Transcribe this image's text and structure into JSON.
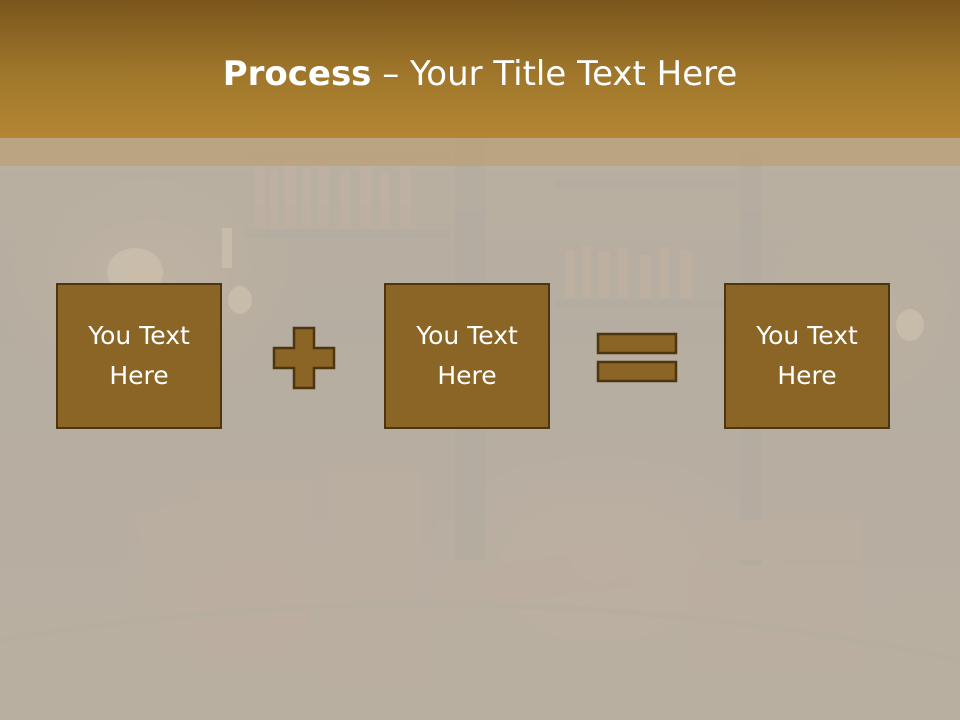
{
  "slide": {
    "title_bold": "Process",
    "title_rest": " – Your Title Text Here"
  },
  "process": {
    "items": [
      {
        "label": "You Text Here"
      },
      {
        "label": "You Text Here"
      },
      {
        "label": "You Text Here"
      }
    ],
    "operators": [
      "plus-icon",
      "equals-icon"
    ]
  },
  "colors": {
    "header": "#a0772b",
    "box_fill": "#8a6525",
    "box_border": "#4d3510",
    "text": "#ffffff"
  }
}
